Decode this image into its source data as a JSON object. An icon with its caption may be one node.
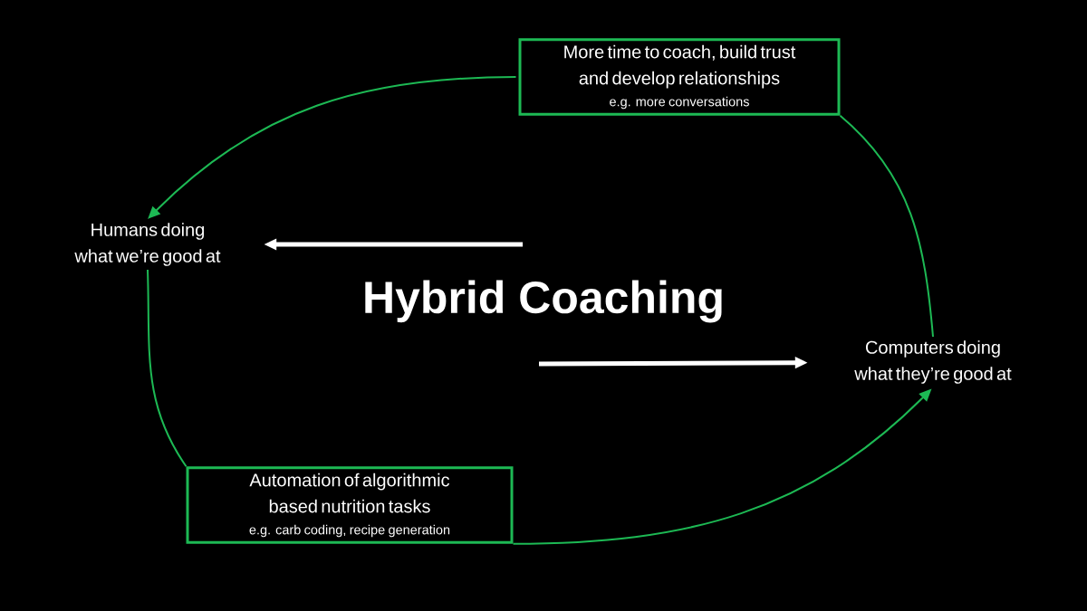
{
  "diagram": {
    "title": "Hybrid Coaching",
    "nodes": [
      {
        "text": [
          "More time to coach, build trust and develop relationships",
          "e.g. more conversations"
        ]
      },
      {
        "text": [
          "Humans doing what we’re good at"
        ]
      },
      {
        "text": [
          "Computers doing what they’re good at"
        ]
      },
      {
        "text": [
          "Automation of algorithmic based nutrition tasks",
          "e.g. carb coding, recipe generation"
        ]
      }
    ],
    "edges": [
      {
        "from": 0,
        "to": 1,
        "arrow": "to"
      },
      {
        "from": 1,
        "to": 3,
        "arrow": "none"
      },
      {
        "from": 3,
        "to": 2,
        "arrow": "to"
      },
      {
        "from": 2,
        "to": 0,
        "arrow": "none"
      },
      {
        "from": null,
        "to": 1,
        "arrow": "to",
        "style": "thick",
        "color": "#ffffff"
      },
      {
        "from": null,
        "to": 2,
        "arrow": "to",
        "style": "thick",
        "color": "#ffffff"
      }
    ]
  }
}
